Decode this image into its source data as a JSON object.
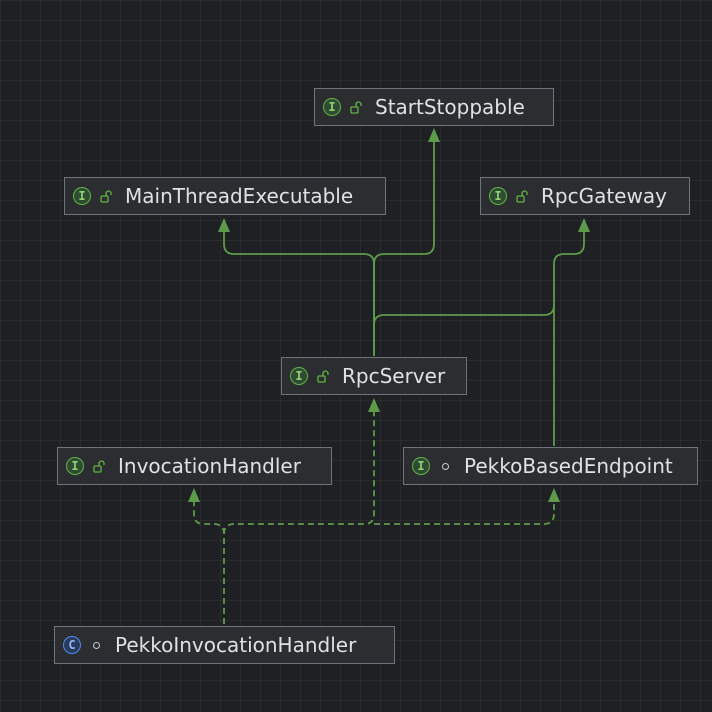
{
  "colors": {
    "background": "#1f2023",
    "node_fill": "#2b2d30",
    "node_border": "#6f737a",
    "edge": "#5d9a4a",
    "interface_badge": "#62b543",
    "class_badge": "#4a8df0"
  },
  "nodes": [
    {
      "id": "start-stoppable",
      "label": "StartStoppable",
      "kind": "interface",
      "badge": "I",
      "visibility": "unlock-icon"
    },
    {
      "id": "main-thread-executable",
      "label": "MainThreadExecutable",
      "kind": "interface",
      "badge": "I",
      "visibility": "unlock-icon"
    },
    {
      "id": "rpc-gateway",
      "label": "RpcGateway",
      "kind": "interface",
      "badge": "I",
      "visibility": "unlock-icon"
    },
    {
      "id": "rpc-server",
      "label": "RpcServer",
      "kind": "interface",
      "badge": "I",
      "visibility": "unlock-icon"
    },
    {
      "id": "invocation-handler",
      "label": "InvocationHandler",
      "kind": "interface",
      "badge": "I",
      "visibility": "unlock-icon"
    },
    {
      "id": "pekko-based-endpoint",
      "label": "PekkoBasedEndpoint",
      "kind": "interface",
      "badge": "I",
      "visibility": "package-private-icon"
    },
    {
      "id": "pekko-invocation-handler",
      "label": "PekkoInvocationHandler",
      "kind": "class",
      "badge": "C",
      "visibility": "package-private-icon"
    }
  ],
  "edges": [
    {
      "from": "rpc-server",
      "to": "start-stoppable",
      "style": "extends"
    },
    {
      "from": "rpc-server",
      "to": "main-thread-executable",
      "style": "extends"
    },
    {
      "from": "rpc-server",
      "to": "rpc-gateway",
      "style": "extends"
    },
    {
      "from": "pekko-based-endpoint",
      "to": "rpc-gateway",
      "style": "extends"
    },
    {
      "from": "pekko-invocation-handler",
      "to": "invocation-handler",
      "style": "implements"
    },
    {
      "from": "pekko-invocation-handler",
      "to": "rpc-server",
      "style": "implements"
    },
    {
      "from": "pekko-invocation-handler",
      "to": "pekko-based-endpoint",
      "style": "implements"
    }
  ]
}
